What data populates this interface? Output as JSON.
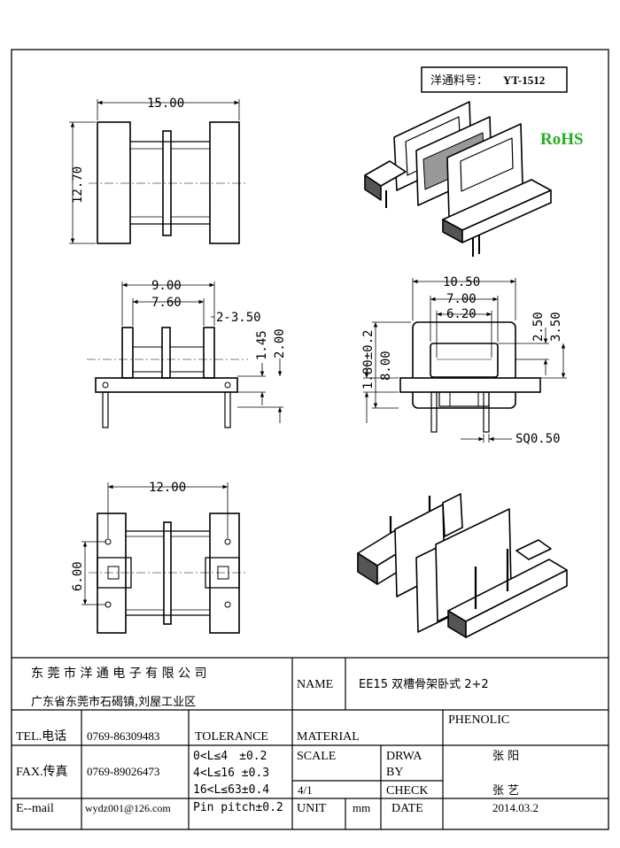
{
  "part_label": "洋通料号：",
  "part_number": "YT-1512",
  "rohs": "RoHS",
  "colors": {
    "rohs": "#22b022",
    "ink": "#000000",
    "paper": "#ffffff"
  },
  "dims": {
    "width_top": "15.00",
    "height_top": "12.70",
    "d900": "9.00",
    "d760": "7.60",
    "d2x350": "2-3.50",
    "d145": "1.45",
    "d200": "2.00",
    "d1050": "10.50",
    "d700": "7.00",
    "d620": "6.20",
    "d180": "1.80±0.2",
    "d800": "8.00",
    "d250": "2.50",
    "d350": "3.50",
    "sq": "SQ0.50",
    "d1200": "12.00",
    "d600": "6.00"
  },
  "title_block": {
    "company": "东 莞 市 洋 通 电 子 有 限 公 司",
    "address": "广东省东莞市石碣镇,刘屋工业区",
    "name_label": "NAME",
    "name_value": "EE15 双槽骨架卧式 2+2",
    "material_value": "PHENOLIC",
    "tel_label": "TEL.电话",
    "tel_value": "0769-86309483",
    "tolerance_label": "TOLERANCE",
    "material_label": "MATERIAL",
    "fax_label": "FAX.传真",
    "fax_value": "0769-89026473",
    "tol1": "0<L≤4　±0.2",
    "tol2": "4<L≤16 ±0.3",
    "tol3": "16<L≤63±0.4",
    "tol4": "Pin pitch±0.2",
    "scale_label": "SCALE",
    "drwa_label": "DRWA",
    "by_label": "BY",
    "drawn_by": "张 阳",
    "scale_value": "4/1",
    "check_label": "CHECK",
    "checked_by": "张 艺",
    "email_label": "E--mail",
    "email_value": "wydz001@126.com",
    "unit_label": "UNIT",
    "unit_value": "mm",
    "date_label": "DATE",
    "date_value": "2014.03.2"
  }
}
